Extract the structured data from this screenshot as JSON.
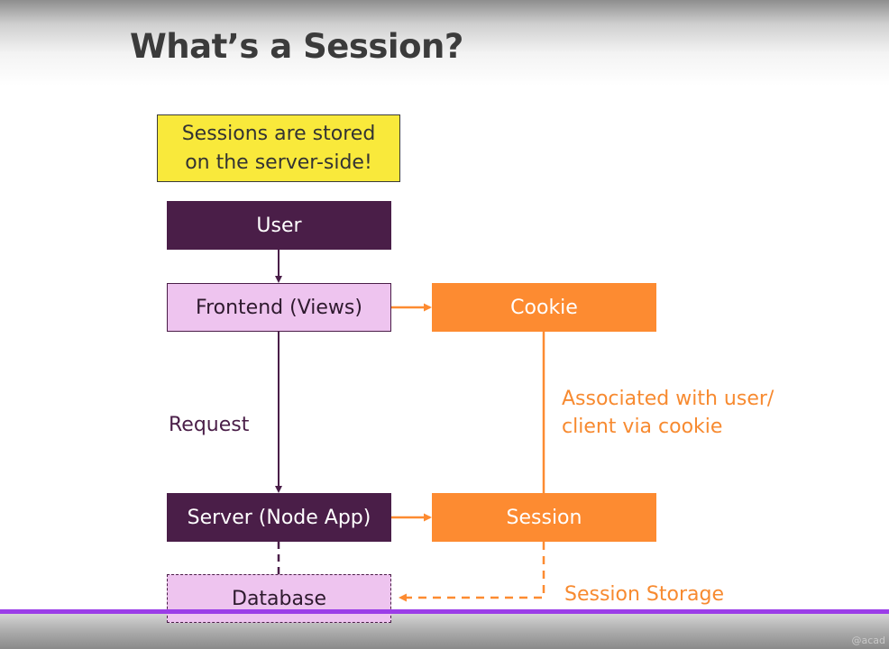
{
  "slide": {
    "title": "What’s a Session?",
    "note_lines": [
      "Sessions are stored",
      "on the server-side!"
    ],
    "nodes": {
      "user": "User",
      "frontend": "Frontend (Views)",
      "cookie": "Cookie",
      "server": "Server (Node App)",
      "session": "Session",
      "database": "Database"
    },
    "labels": {
      "request": "Request",
      "associated_lines": [
        "Associated with user/",
        "client via cookie"
      ],
      "session_storage": "Session Storage"
    },
    "watermark": "@acad"
  },
  "colors": {
    "dark_purple": "#4a1e48",
    "light_purple": "#eec4ef",
    "orange": "#fd8b31",
    "note_yellow": "#f9e93b",
    "accent_line": "#9b3de8"
  }
}
